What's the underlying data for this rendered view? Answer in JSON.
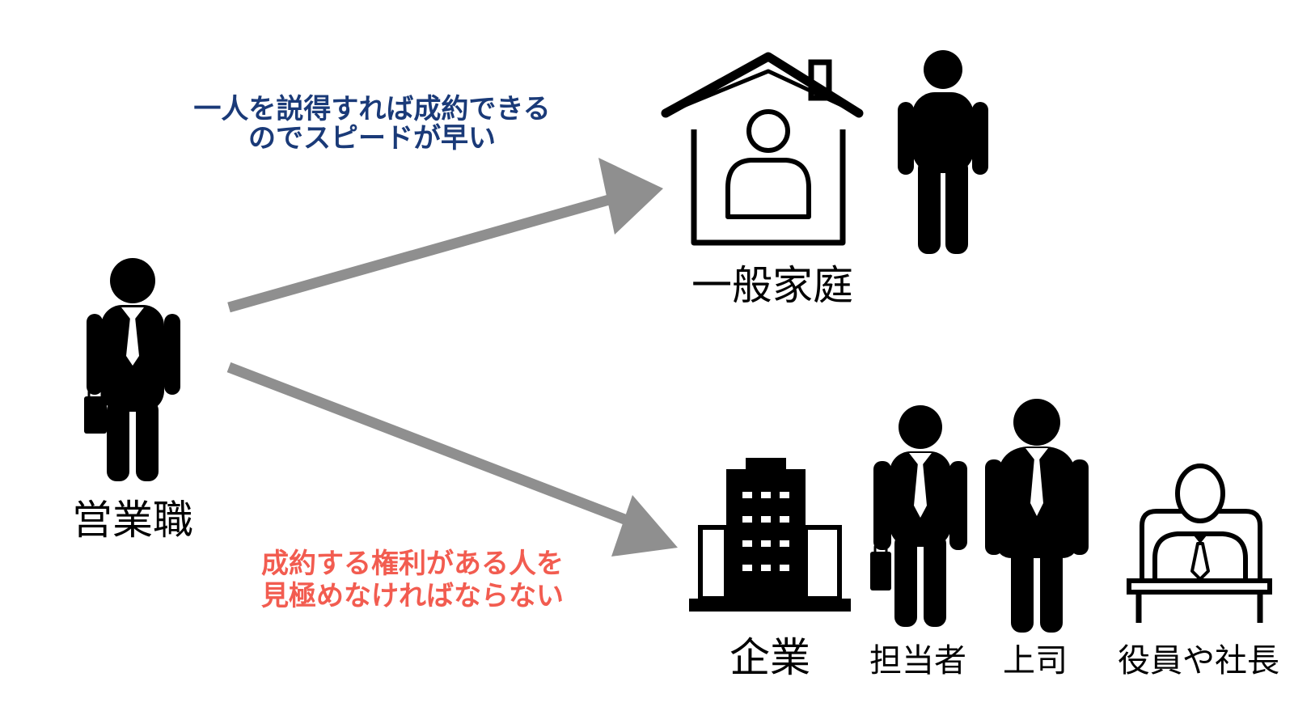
{
  "colors": {
    "arrow": "#8f8f8f",
    "blue_caption": "#1a3a78",
    "red_caption": "#f25c50",
    "icon": "#000000"
  },
  "salesperson": {
    "label": "営業職",
    "icon": "businessman-with-briefcase-icon"
  },
  "household": {
    "caption_line1": "一人を説得すれば成約できる",
    "caption_line2": "のでスピードが早い",
    "label": "一般家庭",
    "house_icon": "house-with-person-icon",
    "person_icon": "person-icon"
  },
  "company": {
    "caption_line1": "成約する権利がある人を",
    "caption_line2": "見極めなければならない",
    "label": "企業",
    "building_icon": "office-building-icon",
    "roles": [
      {
        "label": "担当者",
        "icon": "staff-with-briefcase-icon"
      },
      {
        "label": "上司",
        "icon": "boss-icon"
      },
      {
        "label": "役員や社長",
        "icon": "executive-at-desk-icon"
      }
    ]
  }
}
